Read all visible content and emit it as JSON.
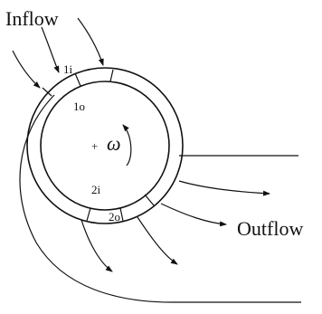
{
  "diagram": {
    "inflow_label": "Inflow",
    "outflow_label": "Outflow",
    "rotation_symbol": "ω",
    "center_marker": "+",
    "stations": {
      "inlet_inner": "1i",
      "inlet_outer": "1o",
      "outlet_inner": "2i",
      "outlet_outer": "2o"
    }
  }
}
